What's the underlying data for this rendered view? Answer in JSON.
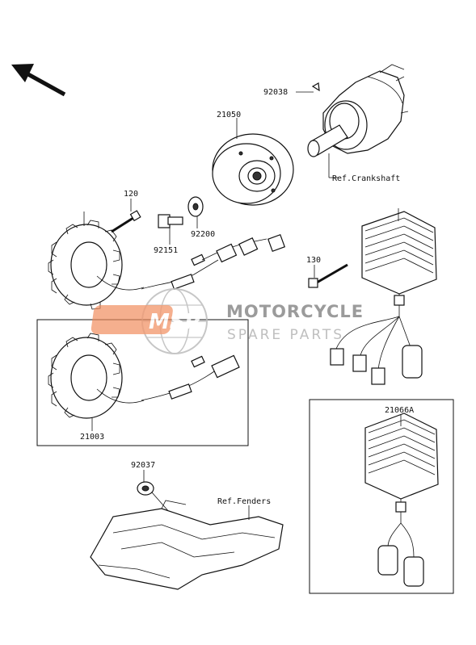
{
  "labels": {
    "p92038": "92038",
    "p21050": "21050",
    "ref_crankshaft": "Ref.Crankshaft",
    "p120": "120",
    "p92151": "92151",
    "p92200": "92200",
    "p130": "130",
    "p21003": "21003",
    "p21066A": "21066A",
    "p92037": "92037",
    "ref_fenders": "Ref.Fenders"
  },
  "watermark": {
    "logo_text": "MSP",
    "title": "MOTORCYCLE",
    "subtitle": "SPARE PARTS",
    "colors": {
      "logo": "#f08a5a",
      "globe": "#bdbdbd",
      "text": "#8a8a8a"
    }
  },
  "icons": [
    "direction-arrow-icon"
  ]
}
